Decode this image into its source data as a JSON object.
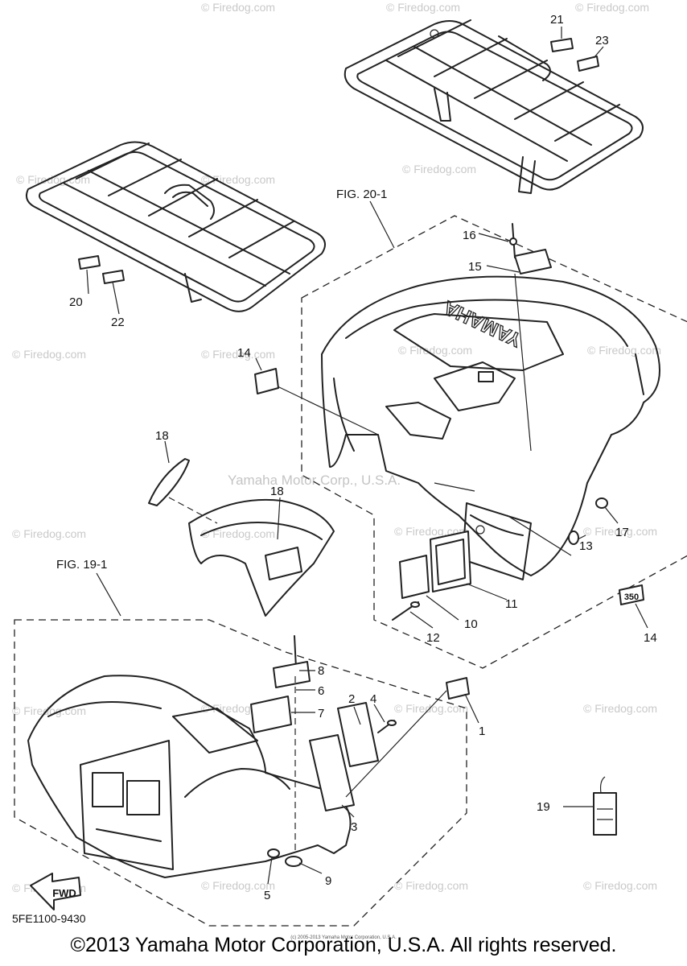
{
  "diagram": {
    "doc_code": "5FE1100-9430",
    "fig_refs": {
      "rear": "FIG. 20-1",
      "front": "FIG. 19-1"
    },
    "fwd_label": "FWD",
    "brand_on_fender": "YAMAHA",
    "center_watermark": "Yamaha Motor Corp., U.S.A.",
    "watermark": "© Firedog.com",
    "small_copyright": "(c) 2005-2013 Yamaha Motor Corporation, U.S.A.",
    "copyright": "©2013 Yamaha Motor Corporation, U.S.A. All rights reserved.",
    "callouts": {
      "c1": "1",
      "c2": "2",
      "c3": "3",
      "c4": "4",
      "c5": "5",
      "c6": "6",
      "c7": "7",
      "c8": "8",
      "c9": "9",
      "c10": "10",
      "c11": "11",
      "c12": "12",
      "c13": "13",
      "c14a": "14",
      "c14b": "14",
      "c15": "15",
      "c16": "16",
      "c17": "17",
      "c18a": "18",
      "c18b": "18",
      "c19": "19",
      "c20": "20",
      "c21": "21",
      "c22": "22",
      "c23": "23"
    },
    "emblem_350": "350"
  }
}
